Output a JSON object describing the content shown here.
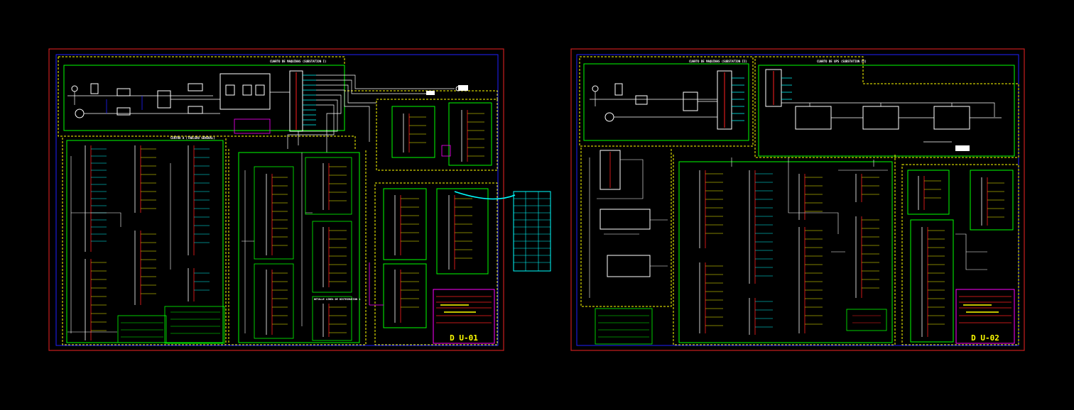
{
  "sheets": [
    {
      "id": "sheet-1",
      "sheet_code": "D U-01",
      "sections": [
        "CUARTO DE MAQUINAS (SUBSTATION I)",
        "CENTRO A (TABLERO GENERAL)",
        "DETALLE LINEA DE DISTRIBUCION 1"
      ]
    },
    {
      "id": "sheet-2",
      "sheet_code": "D U-02",
      "sections": [
        "CUARTO DE MAQUINAS (SUBSTATION II)",
        "CUARTO DE UPS (SUBSTATION II)"
      ]
    }
  ],
  "colors": {
    "background": "#000000",
    "sheet_border": "#c81e1e",
    "frame": "#2020ff",
    "dashed_zone": "#ffff00",
    "panel_box": "#00ff00",
    "wire": "#ffffff",
    "circuit_red": "#ff2020",
    "circuit_cyan": "#00ffff",
    "circuit_yellow": "#ffff00",
    "title_block_border": "#ff00ff",
    "legend_table": "#00ffff"
  }
}
